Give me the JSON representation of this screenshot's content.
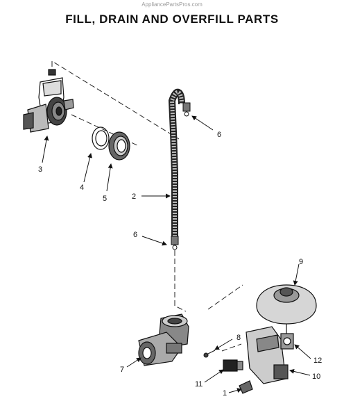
{
  "watermark": "AppliancePartsPros.com",
  "title": "FILL, DRAIN AND OVERFILL PARTS",
  "callouts": [
    "1",
    "2",
    "3",
    "4",
    "5",
    "6",
    "6",
    "7",
    "8",
    "9",
    "10",
    "11",
    "12"
  ]
}
